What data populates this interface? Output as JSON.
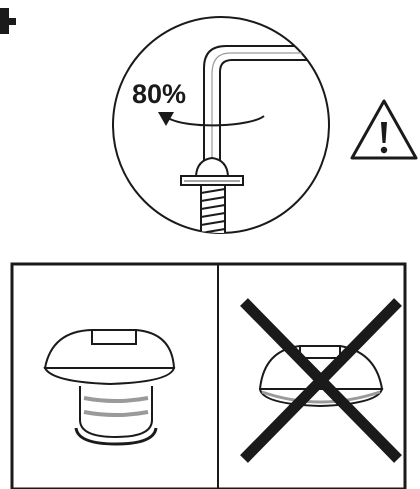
{
  "torque_detail": {
    "torque_label": "80%",
    "icon": "hex-key-turning-screw-icon"
  },
  "warning": {
    "icon": "warning-triangle-icon"
  },
  "comparison": {
    "correct": {
      "icon": "screw-head-fully-seated-icon",
      "status": "correct"
    },
    "incorrect": {
      "icon": "screw-head-sunk-crossed-out-icon",
      "status": "incorrect",
      "mark": "cross-out-mark"
    }
  },
  "colors": {
    "line": "#1a1a1a",
    "background": "#ffffff",
    "shading": "#bdbdbd"
  }
}
